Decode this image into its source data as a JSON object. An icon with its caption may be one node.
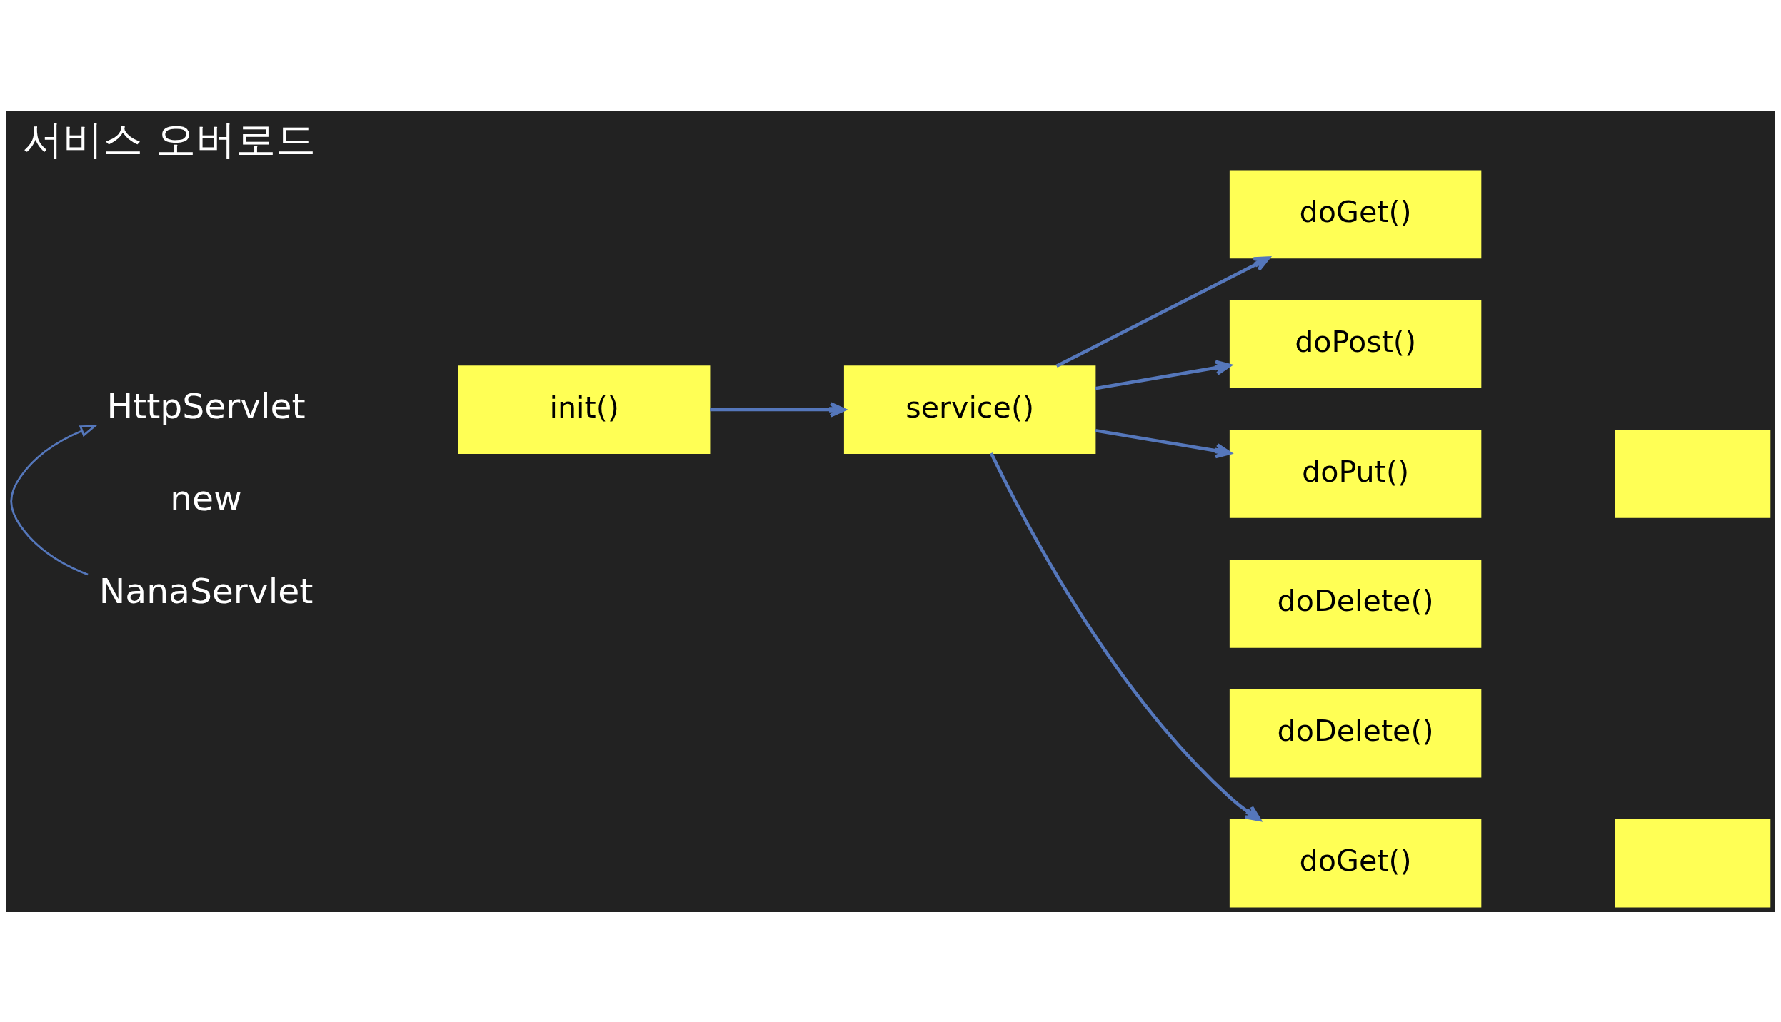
{
  "diagram": {
    "title": "서비스 오버로드",
    "nodes": [
      {
        "text": [
          "HttpServlet"
        ]
      },
      {
        "text": [
          "NanaServlet"
        ]
      },
      {
        "text": [
          "init()"
        ]
      },
      {
        "text": [
          "service()"
        ]
      },
      {
        "text": [
          "doGet()"
        ]
      },
      {
        "text": [
          "doPost()"
        ]
      },
      {
        "text": [
          "doPut()"
        ]
      },
      {
        "text": [
          "doDelete()"
        ]
      },
      {
        "text": [
          "doDelete()"
        ]
      },
      {
        "text": [
          "doGet()"
        ]
      },
      {
        "text": [],
        "shape": "box"
      },
      {
        "text": [],
        "shape": "box"
      }
    ],
    "edges": [
      {
        "from": 1,
        "to": 0,
        "arrow": "to"
      },
      {
        "from": 2,
        "to": 3,
        "arrow": "to"
      },
      {
        "from": 3,
        "to": 4,
        "arrow": "to"
      },
      {
        "from": 3,
        "to": 5,
        "arrow": "to"
      },
      {
        "from": 3,
        "to": 6,
        "arrow": "to"
      },
      {
        "from": 3,
        "to": 9,
        "arrow": "to"
      }
    ],
    "labels": [
      "new"
    ]
  }
}
